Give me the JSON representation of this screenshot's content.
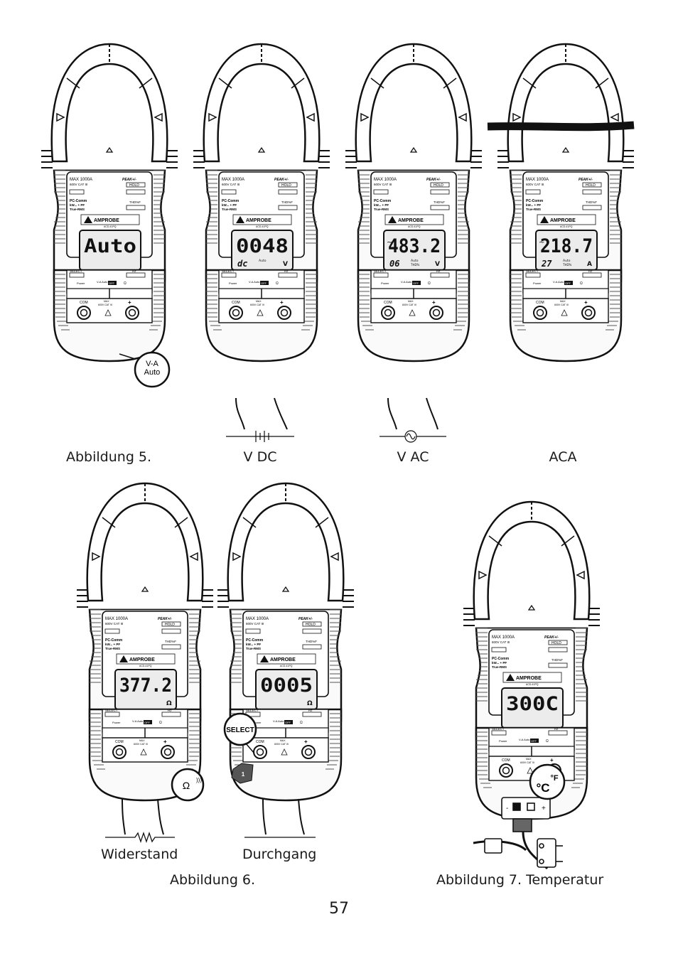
{
  "page_number": "57",
  "captions": {
    "fig5": "Abbildung 5.",
    "vdc": "V DC",
    "vac": "V AC",
    "aca": "ACA",
    "widerstand": "Widerstand",
    "durchgang": "Durchgang",
    "fig6": "Abbildung 6.",
    "fig7": "Abbildung 7. Temperatur"
  },
  "panel": {
    "brand": "AMPROBE",
    "model": "ACD-41PQ",
    "max_rating": "MAX 1000A",
    "cat_rating": "600V CAT III",
    "peak_label": "PEAK+/-",
    "hold_label": "HOLD",
    "pc_comm": "PC-Comm",
    "kw_pf": "kW... + PF",
    "true_rms": "True-RMS",
    "thd_label": "THD%F",
    "select_label": "SELECT",
    "hz_label": "Hz",
    "power_label": "Power",
    "va_auto_label": "V-A Auto",
    "off_label": "OFF",
    "com_label": "COM",
    "plus_label": "+",
    "max_small": "MAX",
    "cat_small": "600V CAT III"
  },
  "meters": [
    {
      "main": "Auto",
      "sub": "",
      "unit": "",
      "prefix": ""
    },
    {
      "main": "0048",
      "sub": "dc",
      "unit": "V",
      "prefix": "",
      "mode": "Auto"
    },
    {
      "main": "483.2",
      "sub": "06",
      "unit": "V",
      "prefix": "~",
      "mode": "Auto",
      "mode2": "THD%"
    },
    {
      "main": "218.7",
      "sub": "27",
      "unit": "A",
      "prefix": "~",
      "mode": "Auto",
      "mode2": "THD%"
    },
    {
      "main": "377.2",
      "sub": "",
      "unit": "Ω",
      "prefix": ""
    },
    {
      "main": "0005",
      "sub": "",
      "unit": "Ω",
      "prefix": ""
    },
    {
      "main": "300C",
      "sub": "",
      "unit": "",
      "prefix": ""
    }
  ],
  "callouts": {
    "va_auto": "V-A Auto",
    "ohm": "Ω",
    "select": "SELECT",
    "step": "1",
    "celsius": "°C",
    "fahrenheit": "°F"
  }
}
